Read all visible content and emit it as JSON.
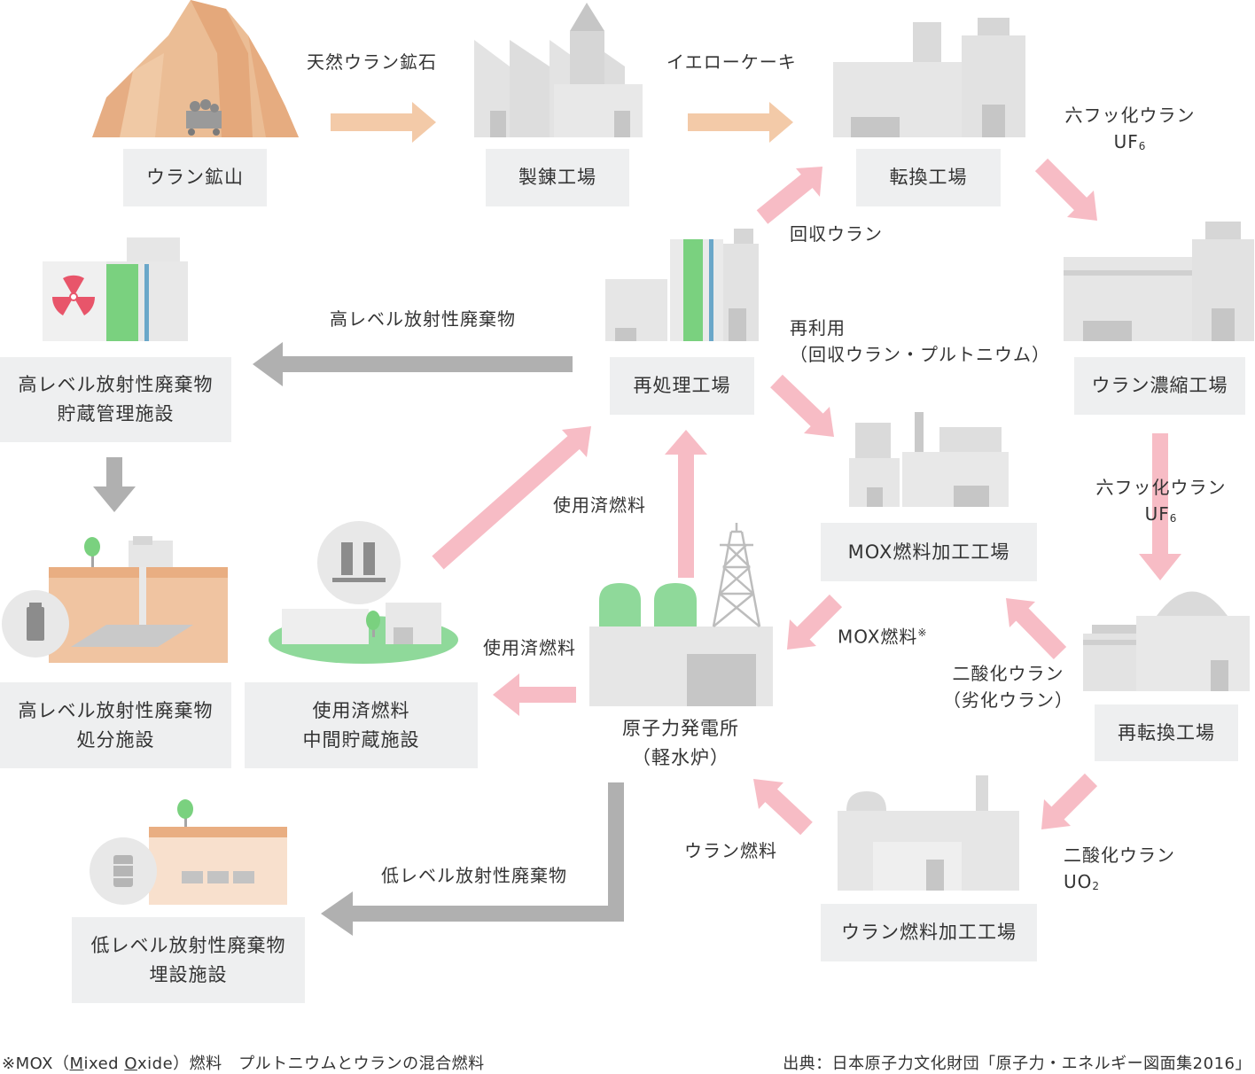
{
  "facilities": {
    "mine": "ウラン鉱山",
    "refinery": "製錬工場",
    "conversion": "転換工場",
    "enrichment": "ウラン濃縮工場",
    "reconversion": "再転換工場",
    "fuel_fab": "ウラン燃料加工工場",
    "plant_line1": "原子力発電所",
    "plant_line2": "（軽水炉）",
    "reprocessing": "再処理工場",
    "mox_fab": "MOX燃料加工工場",
    "interim_line1": "使用済燃料",
    "interim_line2": "中間貯蔵施設",
    "hlw_storage_line1": "高レベル放射性廃棄物",
    "hlw_storage_line2": "貯蔵管理施設",
    "hlw_disposal_line1": "高レベル放射性廃棄物",
    "hlw_disposal_line2": "処分施設",
    "llw_line1": "低レベル放射性廃棄物",
    "llw_line2": "埋設施設"
  },
  "flows": {
    "ore": "天然ウラン鉱石",
    "yellowcake": "イエローケーキ",
    "uf6_a_line1": "六フッ化ウラン",
    "uf6_a_main": "UF",
    "uf6_a_sub": "6",
    "uf6_b_line1": "六フッ化ウラン",
    "uf6_b_main": "UF",
    "uf6_b_sub": "6",
    "uo2_line1": "二酸化ウラン",
    "uo2_main": "UO",
    "uo2_sub": "2",
    "uranium_fuel": "ウラン燃料",
    "mox_fuel": "MOX燃料",
    "mox_mark": "※",
    "depleted_line1": "二酸化ウラン",
    "depleted_line2": "（劣化ウラン）",
    "spent_fuel_up": "使用済燃料",
    "spent_fuel_left": "使用済燃料",
    "recovered_uranium": "回収ウラン",
    "reuse_line1": "再利用",
    "reuse_line2": "（回収ウラン・プルトニウム）",
    "hlw": "高レベル放射性廃棄物",
    "llw": "低レベル放射性廃棄物"
  },
  "footnote": {
    "mark": "※MOX（",
    "m": "M",
    "ixed": "ixed ",
    "o": "O",
    "xide": "xide）燃料　プルトニウムとウランの混合燃料"
  },
  "source": "出典：日本原子力文化財団「原子力・エネルギー図面集2016」",
  "colors": {
    "pink_arrow": "#f7bcc5",
    "peach_arrow": "#f3caa8",
    "gray_arrow": "#b0b0b0",
    "building": "#e3e3e3",
    "building_dark": "#c6c6c6",
    "box_bg": "#eeeff0",
    "mountain": "#e9b58a",
    "green": "#7ad17f",
    "radiation": "#e8556a"
  }
}
